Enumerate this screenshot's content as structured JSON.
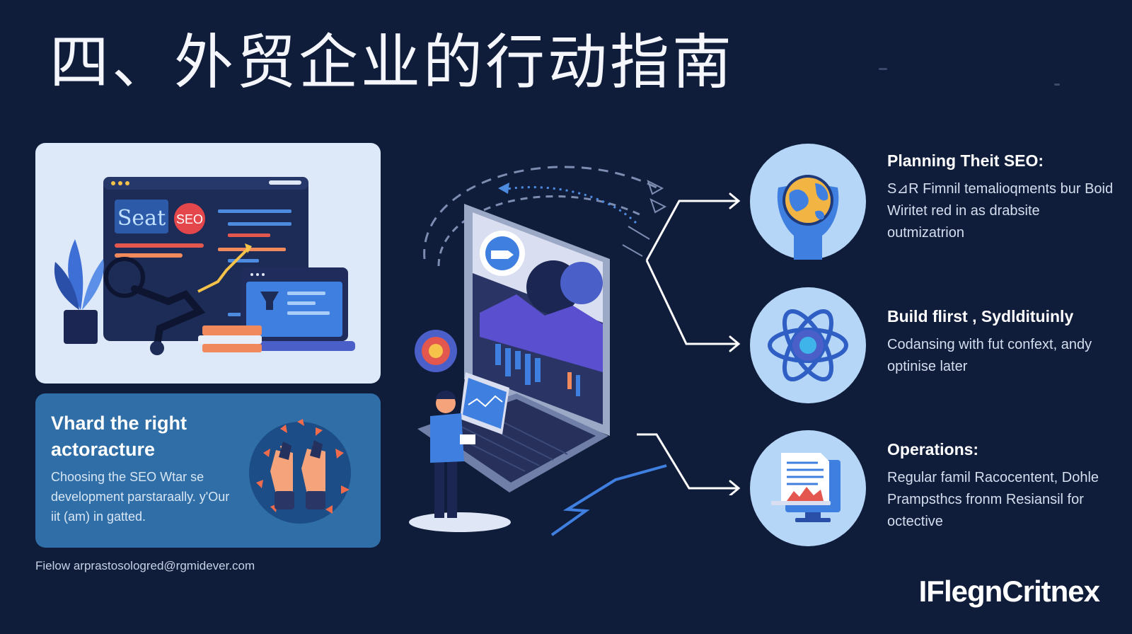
{
  "title": "四、外贸企业的行动指南",
  "illustration_card": {
    "screen_logo": "Seat",
    "badge": "SEO"
  },
  "info_card": {
    "heading": "Vhard the right actoracture",
    "body": "Choosing the SEO Wtar se development parstaraally. y'Our iit (am) in gatted."
  },
  "steps": [
    {
      "title": "Planning Theit SEO:",
      "description": "S⊿R Fimnil temalioqments bur Boid Wiritet red in as drabsite outmizatrion",
      "icon": "globe-in-hands-icon"
    },
    {
      "title": "Build flirst , Sydldituinly",
      "description": "Codansing with fut confext, andy optinise later",
      "icon": "atom-icon"
    },
    {
      "title": "Operations:",
      "description": "Regular famil Racocentent, Dohle Prampsthcs fronm Resiansil for octective",
      "icon": "monitor-report-icon"
    }
  ],
  "footer": {
    "email_line": "Fielow arprastosologred@rgmidever.com",
    "brand": "IFlegnCritnex"
  },
  "colors": {
    "background": "#0f1c3a",
    "card_light": "#dde8f8",
    "card_blue": "#2f6ea6",
    "circle": "#b5d6f7"
  }
}
